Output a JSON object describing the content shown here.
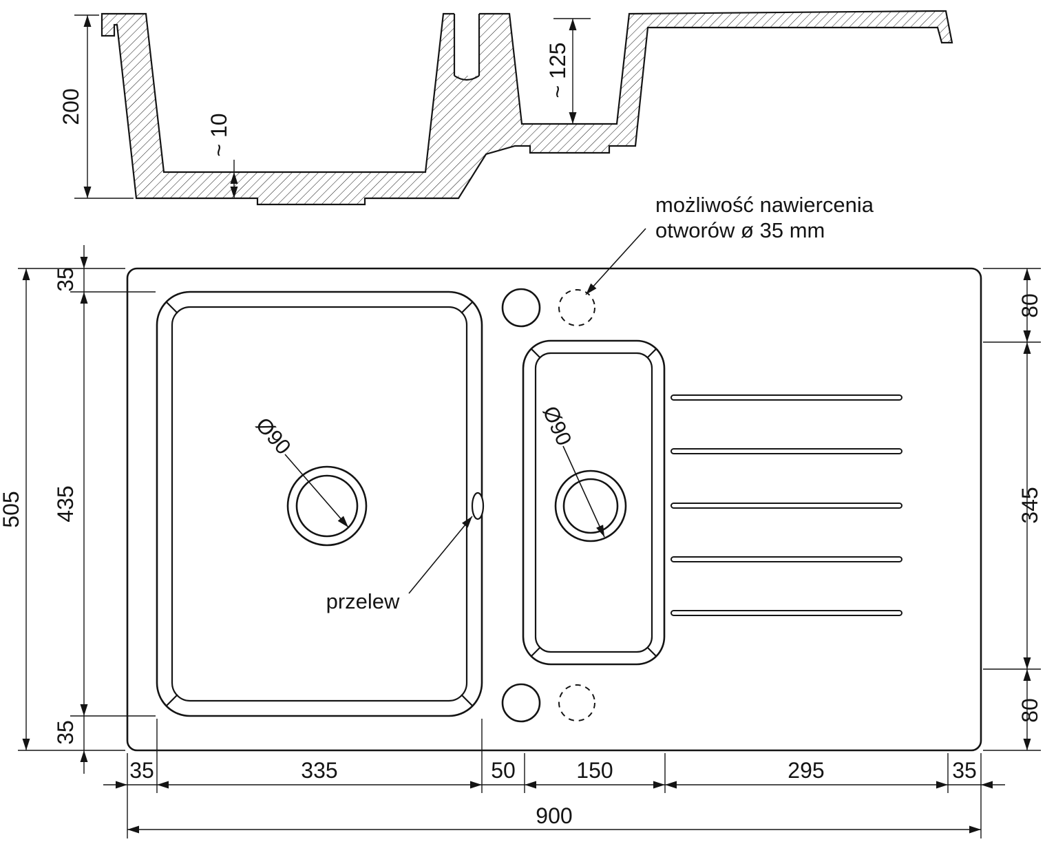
{
  "drawing": {
    "section": {
      "depth_total": "200",
      "bottom_thickness": "~ 10",
      "depth_small_bowl": "~ 125"
    },
    "plan": {
      "note_line1": "możliwość nawiercenia",
      "note_line2": "otworów ø 35 mm",
      "overflow_label": "przelew",
      "main_drain_dia": "Ø90",
      "small_drain_dia": "Ø90",
      "left": {
        "margin_top": "35",
        "bowl_height": "435",
        "margin_bottom": "35",
        "total_height": "505"
      },
      "right": {
        "offset_top": "80",
        "drainer_height": "345",
        "offset_bottom": "80"
      },
      "bottom": {
        "margin_left": "35",
        "bowl_width": "335",
        "divider_width": "50",
        "small_bowl_width": "150",
        "drainer_width": "295",
        "margin_right": "35",
        "total_width": "900"
      }
    },
    "colors": {
      "line": "#141414",
      "background": "#ffffff"
    }
  }
}
